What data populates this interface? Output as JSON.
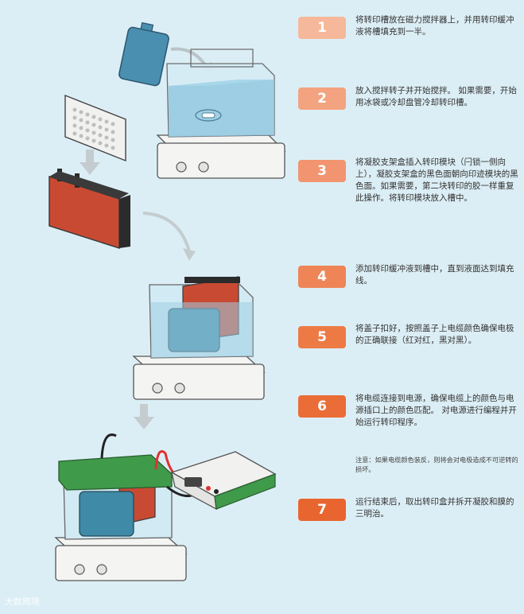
{
  "steps": [
    {
      "num": "1",
      "text": "将转印槽放在磁力搅拌器上，并用转印缓冲液将槽填充到一半。",
      "color": "#f6b89a"
    },
    {
      "num": "2",
      "text": "放入搅拌转子并开始搅拌。 如果需要，开始用冰袋或冷却盘管冷却转印槽。",
      "color": "#f3a37f"
    },
    {
      "num": "3",
      "text": "将凝胶支架盒插入转印模块（闩锁一侧向上），凝胶支架盒的黑色面朝向印迹模块的黑色面。如果需要，第二块转印的胶一样重复此操作。将转印模块放入槽中。",
      "color": "#f29470"
    },
    {
      "num": "4",
      "text": "添加转印缓冲液到槽中，直到液面达到填充线。",
      "color": "#ef8556"
    },
    {
      "num": "5",
      "text": "将盖子扣好，按照盖子上电缆颜色确保电极的正确联接（红对红，黑对黑）。",
      "color": "#ed7a45"
    },
    {
      "num": "6",
      "text": "将电缆连接到电源，确保电缆上的颜色与电源插口上的颜色匹配。 对电源进行编程并开始运行转印程序。",
      "color": "#ea6c36"
    },
    {
      "num": "7",
      "text": "运行结束后，取出转印盒并拆开凝胶和膜的三明治。",
      "color": "#e8652f"
    }
  ],
  "note": "注意：如果电缆颜色装反，则将会对电极造成不可逆转的损坏。",
  "watermark": "大数跨境"
}
